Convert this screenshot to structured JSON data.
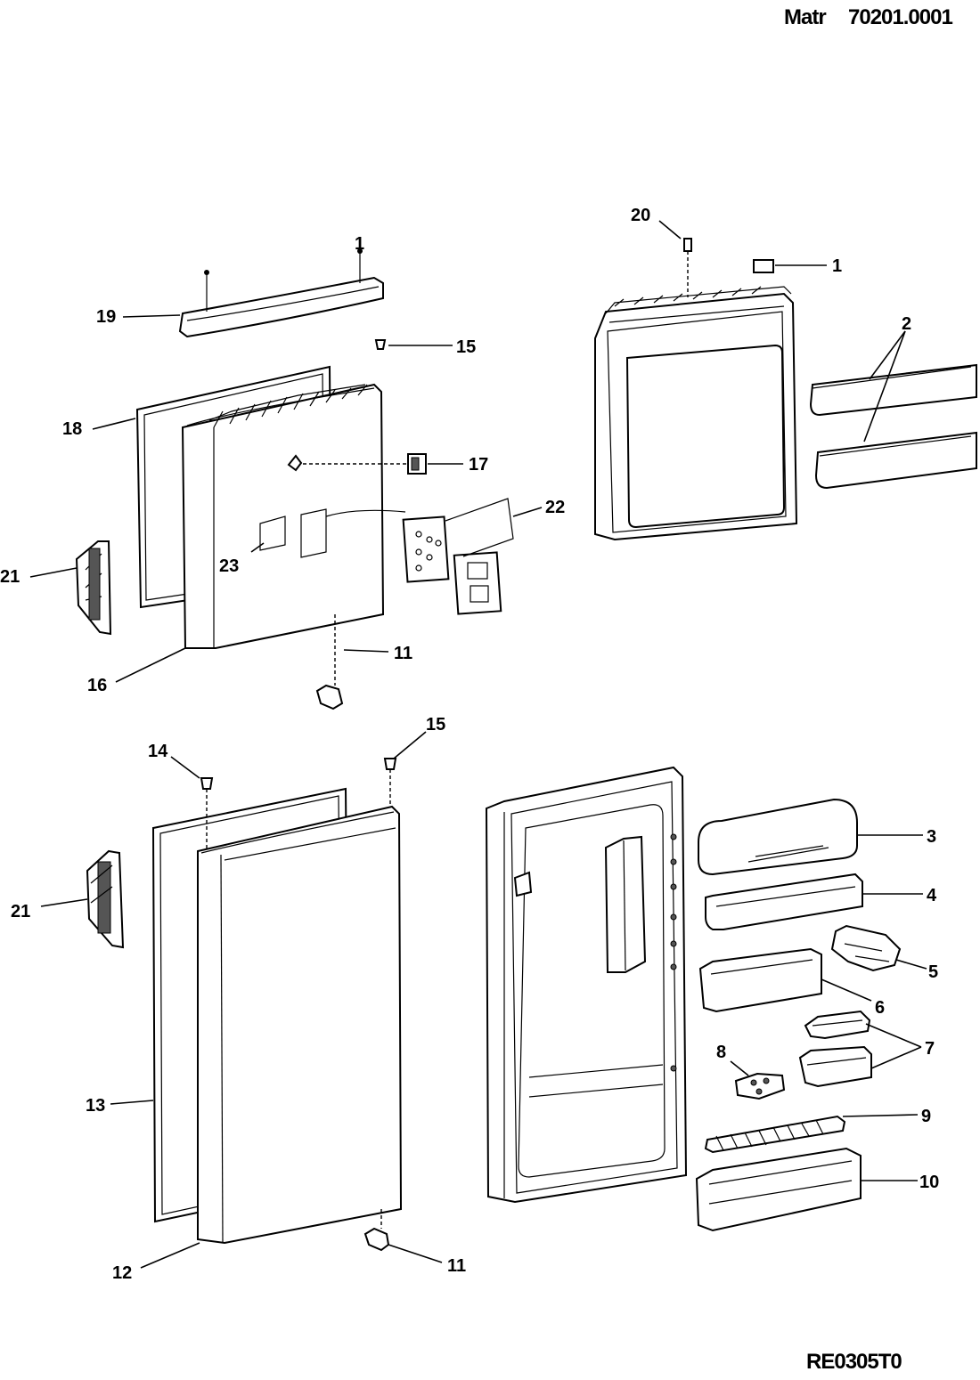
{
  "header": {
    "matr_label": "Matr",
    "matr_code": "70201.0001"
  },
  "footer": {
    "drawing_code": "RE0305T0"
  },
  "callouts": [
    {
      "id": "c1",
      "text": "1"
    },
    {
      "id": "c1b",
      "text": "1"
    },
    {
      "id": "c2",
      "text": "2"
    },
    {
      "id": "c3",
      "text": "3"
    },
    {
      "id": "c4",
      "text": "4"
    },
    {
      "id": "c5",
      "text": "5"
    },
    {
      "id": "c6",
      "text": "6"
    },
    {
      "id": "c7",
      "text": "7"
    },
    {
      "id": "c8",
      "text": "8"
    },
    {
      "id": "c9",
      "text": "9"
    },
    {
      "id": "c10",
      "text": "10"
    },
    {
      "id": "c11a",
      "text": "11"
    },
    {
      "id": "c11b",
      "text": "11"
    },
    {
      "id": "c12",
      "text": "12"
    },
    {
      "id": "c13",
      "text": "13"
    },
    {
      "id": "c14",
      "text": "14"
    },
    {
      "id": "c15a",
      "text": "15"
    },
    {
      "id": "c15b",
      "text": "15"
    },
    {
      "id": "c16",
      "text": "16"
    },
    {
      "id": "c17",
      "text": "17"
    },
    {
      "id": "c18",
      "text": "18"
    },
    {
      "id": "c19",
      "text": "19"
    },
    {
      "id": "c20",
      "text": "20"
    },
    {
      "id": "c21a",
      "text": "21"
    },
    {
      "id": "c21b",
      "text": "21"
    },
    {
      "id": "c22",
      "text": "22"
    },
    {
      "id": "c23",
      "text": "23"
    }
  ]
}
